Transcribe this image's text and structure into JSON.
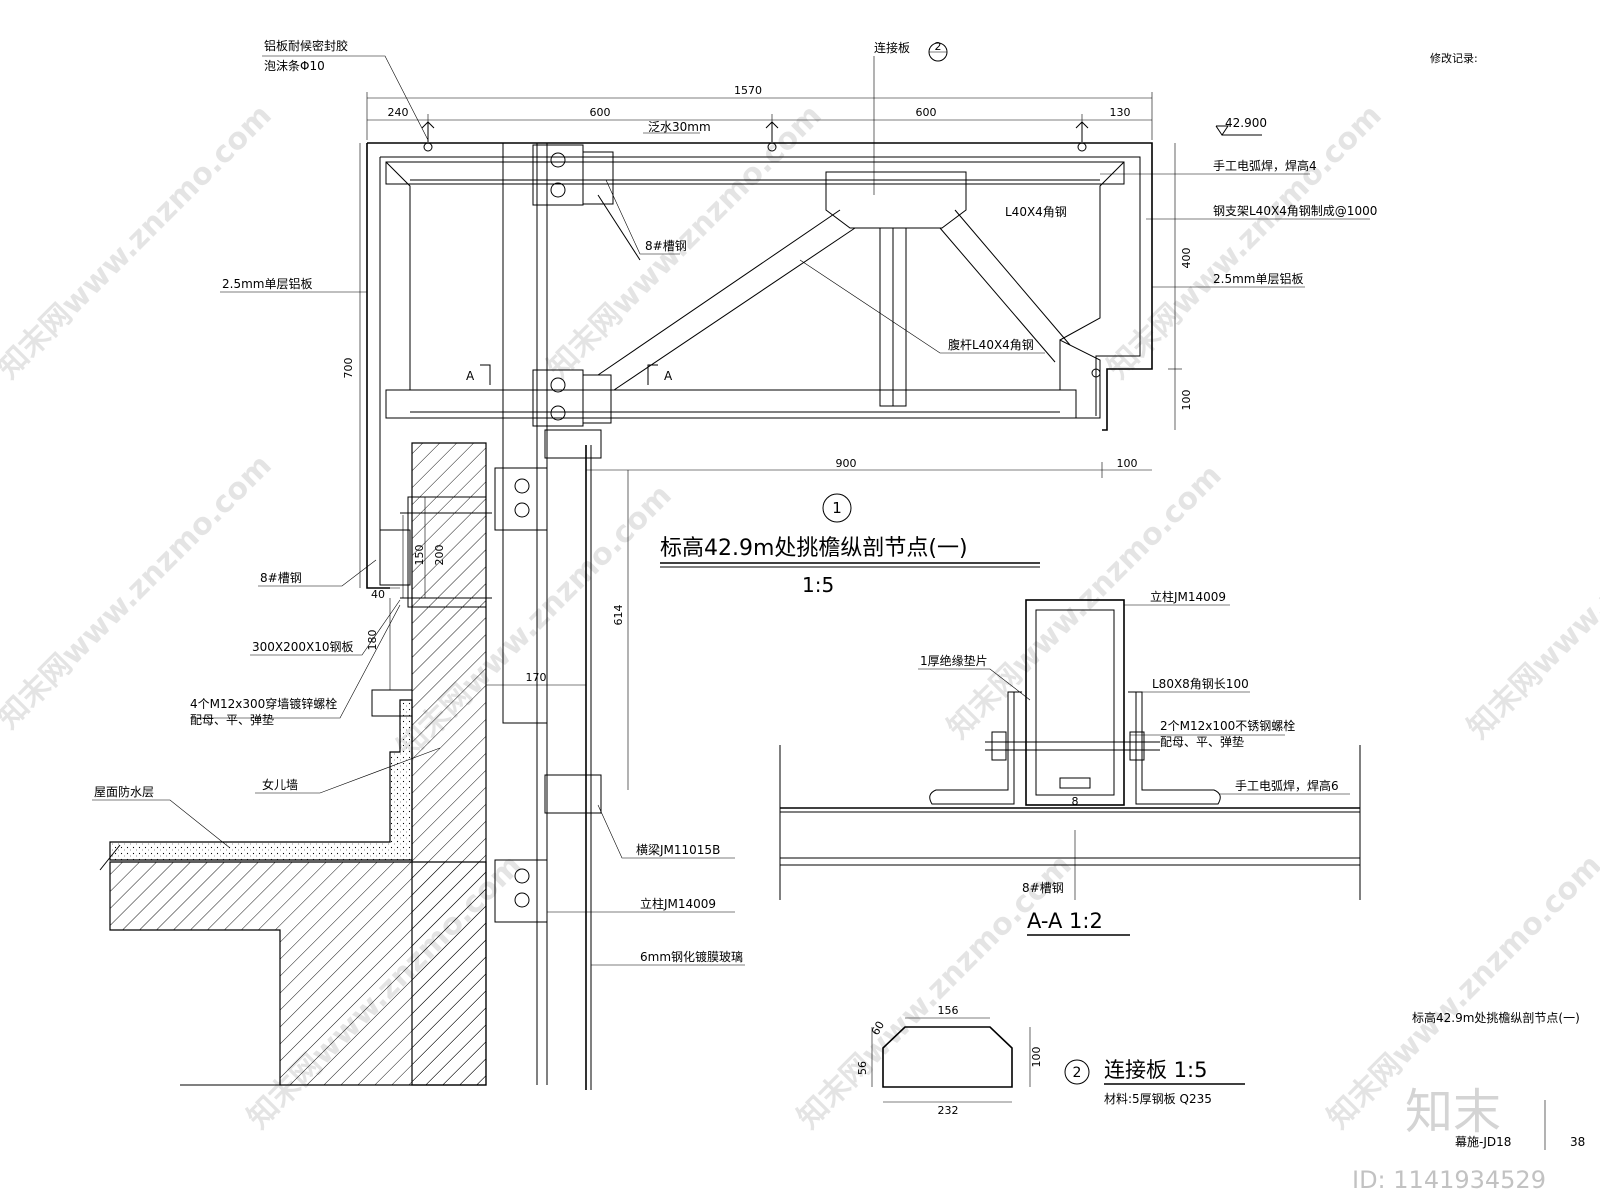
{
  "sheet": {
    "revision_label": "修改记录:",
    "footer_title": "标高42.9m处挑檐纵剖节点(一)",
    "drawing_no": "幕施-JD18",
    "page_no": "38"
  },
  "detail1": {
    "number": "1",
    "title": "标高42.9m处挑檐纵剖节点(一)",
    "scale": "1:5",
    "dims": {
      "d1570": "1570",
      "d240": "240",
      "d600a": "600",
      "d600b": "600",
      "d130": "130",
      "d700": "700",
      "d400": "400",
      "d100v": "100",
      "d900": "900",
      "d100h": "100",
      "d150": "150",
      "d200": "200",
      "d40": "40",
      "d180": "180",
      "d614": "614",
      "d170": "170"
    },
    "elevation": "42.900",
    "section_mark": "A",
    "callout_ref": "2",
    "labels": {
      "sealant": "铝板耐候密封胶",
      "foam": "泡沫条Φ10",
      "flashing": "泛水30mm",
      "connector": "连接板",
      "weld": "手工电弧焊，焊高4",
      "angle": "L40X4角钢",
      "bracket": "钢支架L40X4角钢制成@1000",
      "panel_right": "2.5mm单层铝板",
      "panel_left": "2.5mm单层铝板",
      "channel_top": "8#槽钢",
      "web": "腹杆L40X4角钢",
      "channel_left": "8#槽钢",
      "plate": "300X200X10钢板",
      "bolts1": "4个M12x300穿墙镀锌螺栓",
      "bolts2": "配母、平、弹垫",
      "roof": "屋面防水层",
      "parapet": "女儿墙",
      "beam": "横梁JM11015B",
      "mullion": "立柱JM14009",
      "glass": "6mm钢化镀膜玻璃"
    }
  },
  "detailAA": {
    "title": "A-A 1:2",
    "labels": {
      "mullion": "立柱JM14009",
      "insulator": "1厚绝缘垫片",
      "angle": "L80X8角钢长100",
      "bolts1": "2个M12x100不锈钢螺栓",
      "bolts2": "配母、平、弹垫",
      "weld": "手工电弧焊，焊高6",
      "channel": "8#槽钢",
      "dim8": "8"
    }
  },
  "detail2": {
    "number": "2",
    "title": "连接板  1:5",
    "material": "材料:5厚钢板 Q235",
    "dims": {
      "d156": "156",
      "d60": "60",
      "d100": "100",
      "d56": "56",
      "d232": "232"
    }
  },
  "watermark": {
    "text": "知末网www.znzmo.com",
    "brand": "知末",
    "id": "ID: 1141934529"
  }
}
